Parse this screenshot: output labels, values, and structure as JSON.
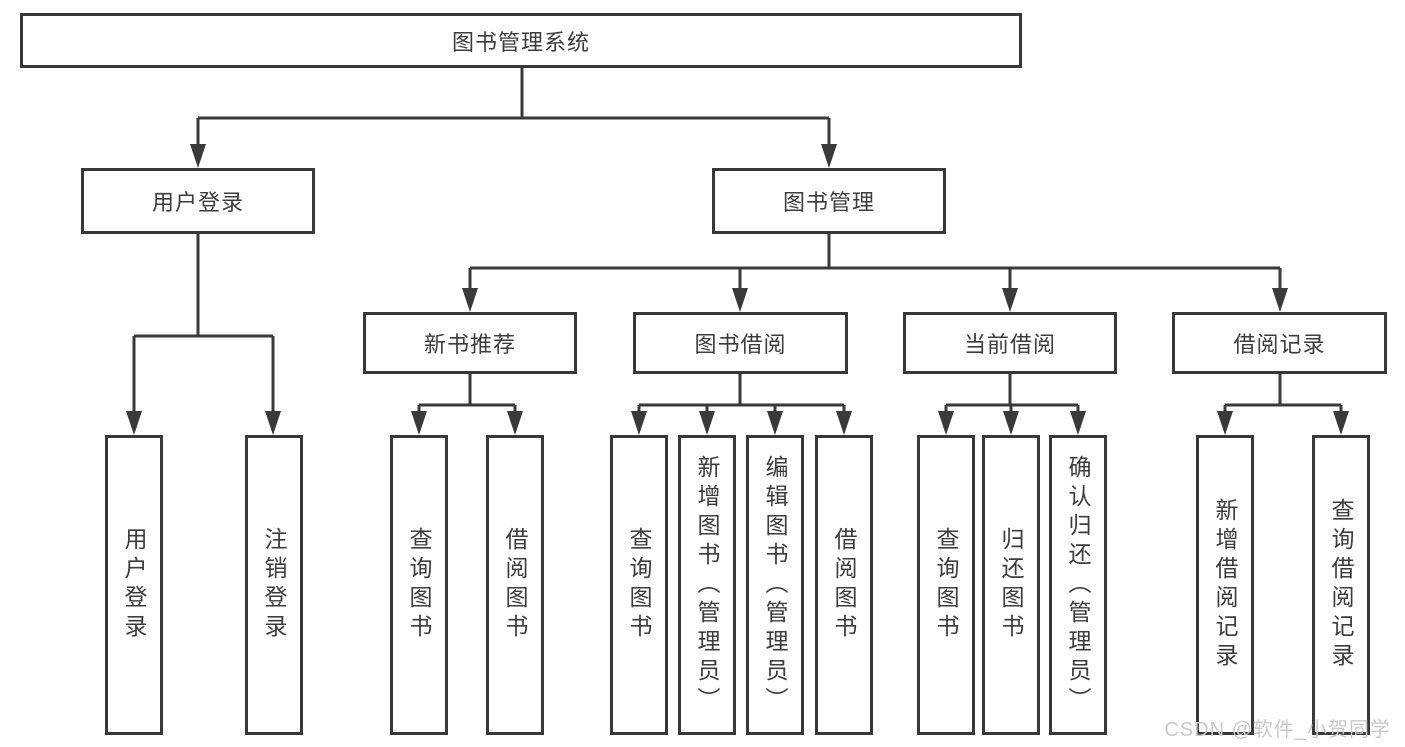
{
  "page": {
    "background": "#ffffff"
  },
  "colors": {
    "line": "#3a3a3a",
    "box_border": "#383838",
    "box_fill": "#ffffff",
    "text": "#3c3c3c",
    "watermark": "#c9c9c9"
  },
  "watermark": {
    "text": "CSDN @软件_小贺同学"
  },
  "nodes": {
    "root": "图书管理系统",
    "user_login": "用户登录",
    "book_mgmt": "图书管理",
    "new_rec": "新书推荐",
    "book_borrow": "图书借阅",
    "current_borrow": "当前借阅",
    "borrow_records": "借阅记录",
    "leaf_user_login": "用户登录",
    "leaf_logout": "注销登录",
    "leaf_nr_query": "查询图书",
    "leaf_nr_borrow": "借阅图书",
    "leaf_bb_query": "查询图书",
    "leaf_bb_add": "新增图书（管理员）",
    "leaf_bb_edit": "编辑图书（管理员）",
    "leaf_bb_borrow": "借阅图书",
    "leaf_cb_query": "查询图书",
    "leaf_cb_return": "归还图书",
    "leaf_cb_confirm": "确认归还（管理员）",
    "leaf_br_add": "新增借阅记录",
    "leaf_br_query": "查询借阅记录"
  },
  "hierarchy": {
    "root": "图书管理系统",
    "children": [
      {
        "label": "用户登录",
        "children": [
          "用户登录",
          "注销登录"
        ]
      },
      {
        "label": "图书管理",
        "children": [
          {
            "label": "新书推荐",
            "children": [
              "查询图书",
              "借阅图书"
            ]
          },
          {
            "label": "图书借阅",
            "children": [
              "查询图书",
              "新增图书（管理员）",
              "编辑图书（管理员）",
              "借阅图书"
            ]
          },
          {
            "label": "当前借阅",
            "children": [
              "查询图书",
              "归还图书",
              "确认归还（管理员）"
            ]
          },
          {
            "label": "借阅记录",
            "children": [
              "新增借阅记录",
              "查询借阅记录"
            ]
          }
        ]
      }
    ]
  }
}
